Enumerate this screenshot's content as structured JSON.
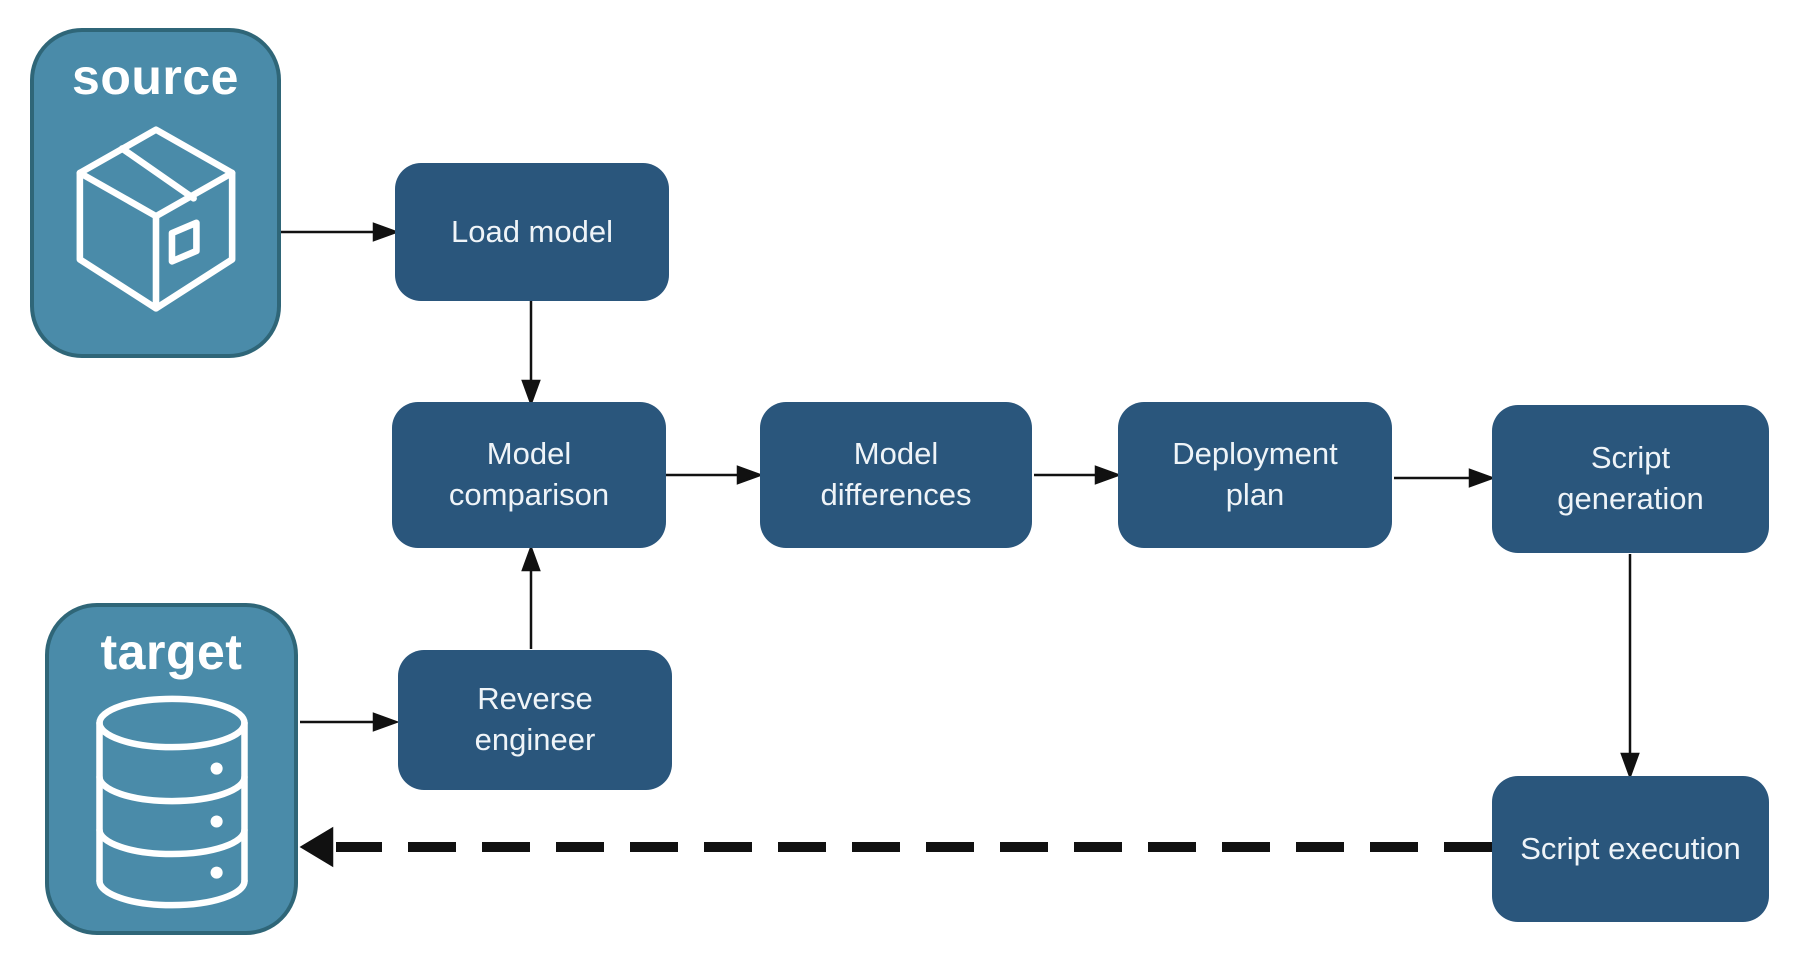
{
  "diagram": {
    "type": "flowchart",
    "background": "#ffffff",
    "colors": {
      "process_fill": "#2A567C",
      "process_text": "#EFF4F8",
      "store_fill": "#4A8BA9",
      "store_border": "#2F6678",
      "store_text": "#FFFFFF",
      "connector": "#111111"
    },
    "stores": [
      {
        "id": "source",
        "label": "source",
        "icon": "package-icon"
      },
      {
        "id": "target",
        "label": "target",
        "icon": "database-icon"
      }
    ],
    "nodes": [
      {
        "id": "load-model",
        "label": "Load model"
      },
      {
        "id": "model-comparison",
        "label": "Model comparison"
      },
      {
        "id": "model-differences",
        "label": "Model differences"
      },
      {
        "id": "deployment-plan",
        "label": "Deployment plan"
      },
      {
        "id": "script-generation",
        "label": "Script generation"
      },
      {
        "id": "reverse-engineer",
        "label": "Reverse engineer"
      },
      {
        "id": "script-execution",
        "label": "Script execution"
      }
    ],
    "edges": [
      {
        "from": "source",
        "to": "load-model",
        "style": "solid"
      },
      {
        "from": "load-model",
        "to": "model-comparison",
        "style": "solid"
      },
      {
        "from": "model-comparison",
        "to": "model-differences",
        "style": "solid"
      },
      {
        "from": "model-differences",
        "to": "deployment-plan",
        "style": "solid"
      },
      {
        "from": "deployment-plan",
        "to": "script-generation",
        "style": "solid"
      },
      {
        "from": "script-generation",
        "to": "script-execution",
        "style": "solid"
      },
      {
        "from": "target",
        "to": "reverse-engineer",
        "style": "solid"
      },
      {
        "from": "reverse-engineer",
        "to": "model-comparison",
        "style": "solid"
      },
      {
        "from": "script-execution",
        "to": "target",
        "style": "dashed"
      }
    ]
  }
}
